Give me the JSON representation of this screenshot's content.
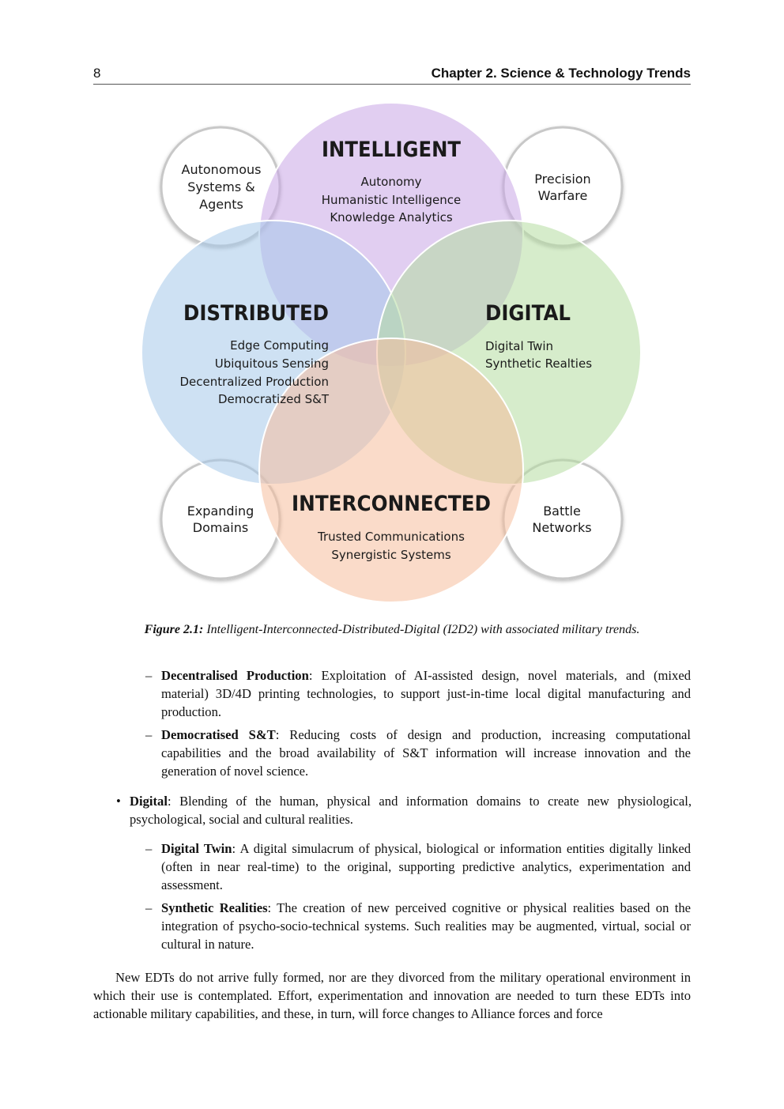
{
  "header": {
    "page_number": "8",
    "chapter_title": "Chapter 2. Science & Technology Trends"
  },
  "diagram": {
    "colors": {
      "intelligent": "#c9a6e6",
      "distributed": "#a6c9ea",
      "digital": "#b5dca0",
      "interconnected": "#f5be9c",
      "satellite_border": "#c8c8c8"
    },
    "intelligent": {
      "title": "INTELLIGENT",
      "items": [
        "Autonomy",
        "Humanistic Intelligence",
        "Knowledge Analytics"
      ]
    },
    "distributed": {
      "title": "DISTRIBUTED",
      "items": [
        "Edge Computing",
        "Ubiquitous Sensing",
        "Decentralized Production",
        "Democratized S&T"
      ]
    },
    "digital": {
      "title": "DIGITAL",
      "items": [
        "Digital Twin",
        "Synthetic Realties"
      ]
    },
    "interconnected": {
      "title": "INTERCONNECTED",
      "items": [
        "Trusted Communications",
        "Synergistic Systems"
      ]
    },
    "satellites": {
      "top_left": [
        "Autonomous",
        "Systems &",
        "Agents"
      ],
      "top_right": [
        "Precision",
        "Warfare"
      ],
      "bottom_left": [
        "Expanding",
        "Domains"
      ],
      "bottom_right": [
        "Battle",
        "Networks"
      ]
    }
  },
  "caption": {
    "label": "Figure 2.1:",
    "text": "Intelligent-Interconnected-Distributed-Digital (I2D2) with associated military trends."
  },
  "list": {
    "decentralised": {
      "marker": "–",
      "term": "Decentralised Production",
      "text": ": Exploitation of AI-assisted design, novel materials, and (mixed material) 3D/4D printing technologies, to support just-in-time local digital manufacturing and production."
    },
    "democratised": {
      "marker": "–",
      "term": "Democratised S&T",
      "text": ": Reducing costs of design and production, increasing computational capabilities and the broad availability of S&T information will increase innovation and the generation of novel science."
    },
    "digital": {
      "marker": "•",
      "term": "Digital",
      "text": ": Blending of the human, physical and information domains to create new physiological, psychological, social and cultural realities."
    },
    "digital_twin": {
      "marker": "–",
      "term": "Digital Twin",
      "text": ": A digital simulacrum of physical, biological or information entities digitally linked (often in near real-time) to the original, supporting predictive analytics, experimentation and assessment."
    },
    "synthetic": {
      "marker": "–",
      "term": "Synthetic Realities",
      "text": ": The creation of new perceived cognitive or physical realities based on the integration of psycho-socio-technical systems. Such realities may be augmented, virtual, social or cultural in nature."
    }
  },
  "paragraph": "New EDTs do not arrive fully formed, nor are they divorced from the military operational environment in which their use is contemplated. Effort, experimentation and innovation are needed to turn these EDTs into actionable military capabilities, and these, in turn, will force changes to Alliance forces and force"
}
